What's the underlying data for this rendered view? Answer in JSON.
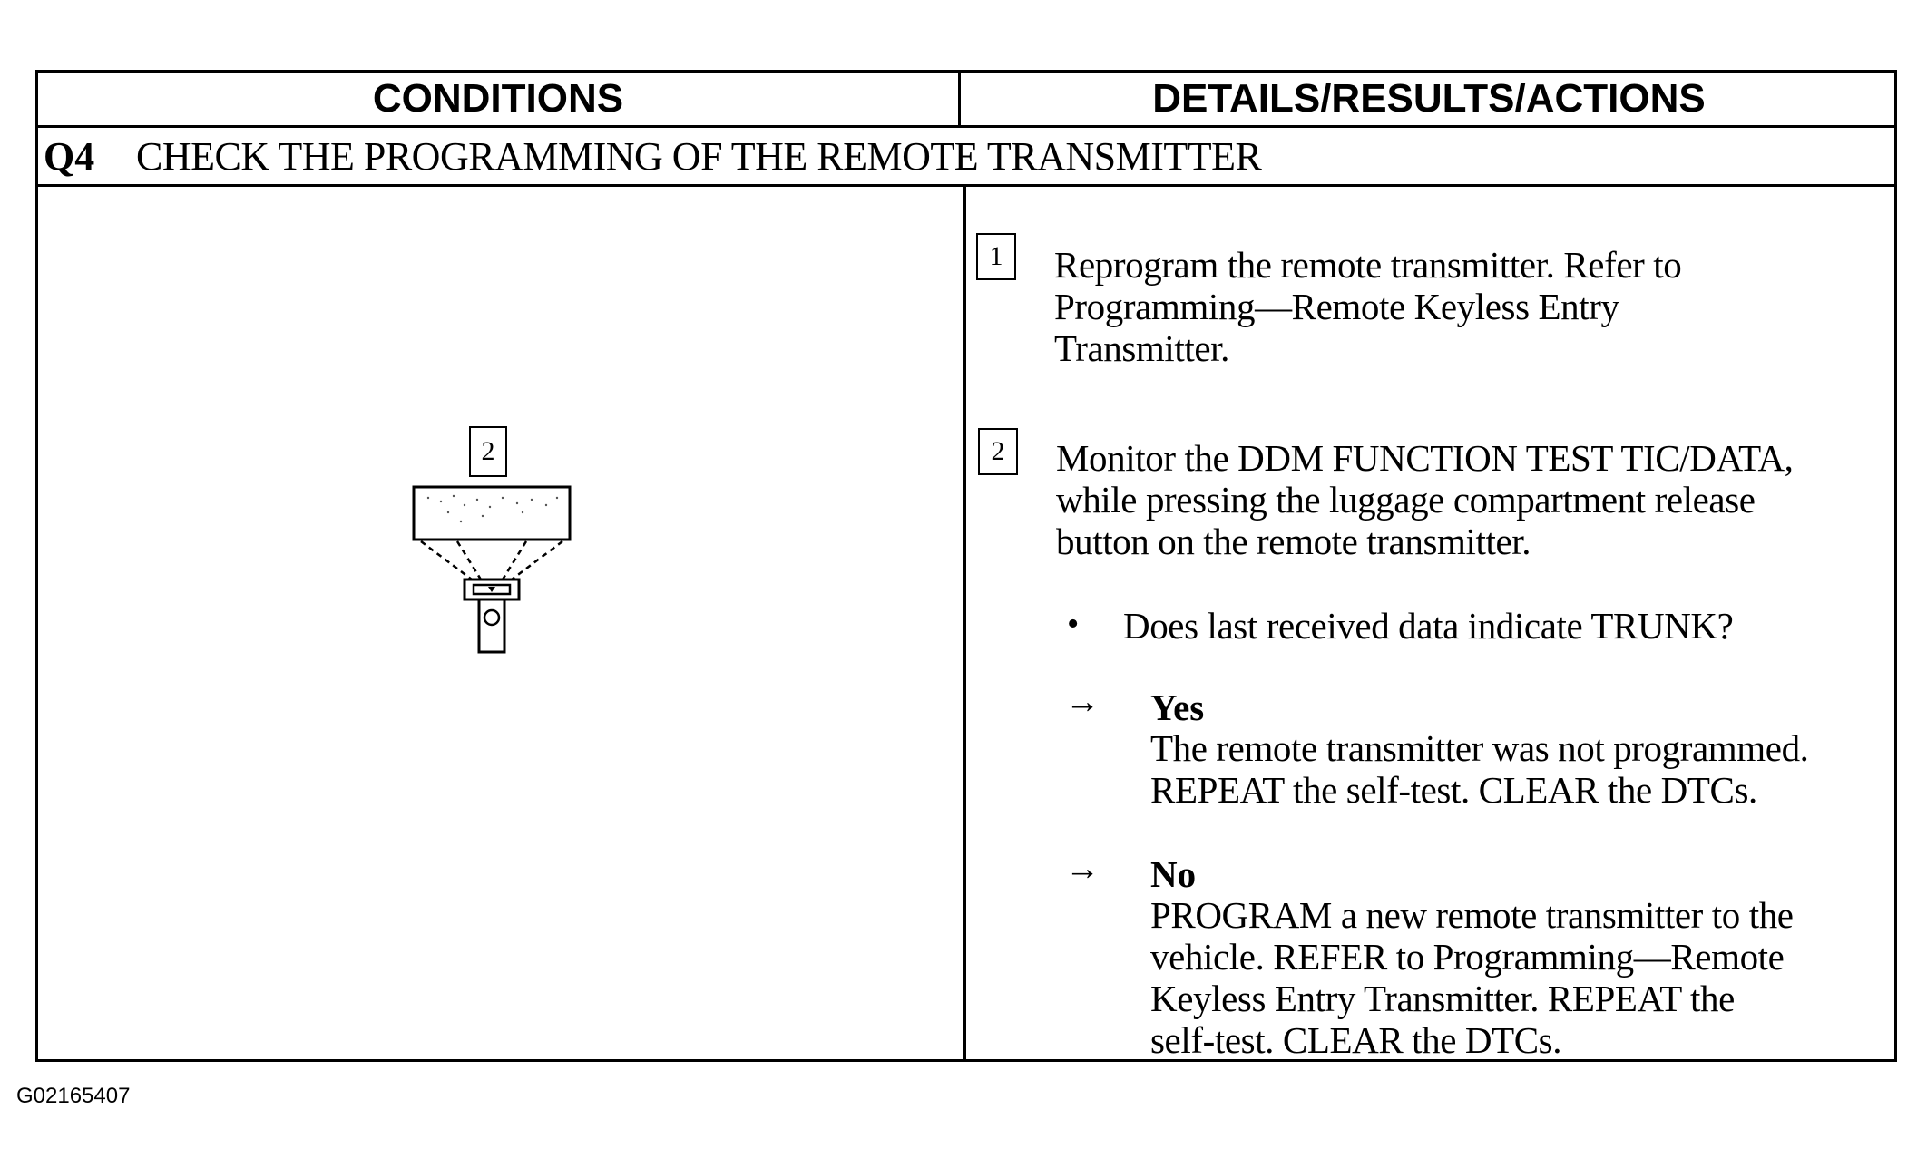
{
  "header": {
    "conditions": "CONDITIONS",
    "details": "DETAILS/RESULTS/ACTIONS"
  },
  "section": {
    "id": "Q4",
    "title": "CHECK THE PROGRAMMING OF THE REMOTE TRANSMITTER"
  },
  "illustration": {
    "callout": "2",
    "icon": "remote-transmitter-to-scan-tool-icon"
  },
  "steps": [
    {
      "number": "1",
      "lines": [
        "Reprogram the remote transmitter. Refer to",
        "Programming—Remote Keyless Entry",
        "Transmitter."
      ]
    },
    {
      "number": "2",
      "lines": [
        "Monitor the DDM FUNCTION TEST TIC/DATA,",
        "while pressing the luggage compartment release",
        "button on the remote transmitter."
      ],
      "question": "Does last received data indicate TRUNK?"
    }
  ],
  "answers": [
    {
      "label": "Yes",
      "lines": [
        "The remote transmitter was not programmed.",
        "REPEAT the self-test. CLEAR the DTCs."
      ]
    },
    {
      "label": "No",
      "lines": [
        "PROGRAM a new remote transmitter to the",
        "vehicle. REFER to Programming—Remote",
        "Keyless Entry Transmitter. REPEAT the",
        "self-test. CLEAR the DTCs."
      ]
    }
  ],
  "bullet": "•",
  "arrow": "→",
  "figure_id": "G02165407"
}
